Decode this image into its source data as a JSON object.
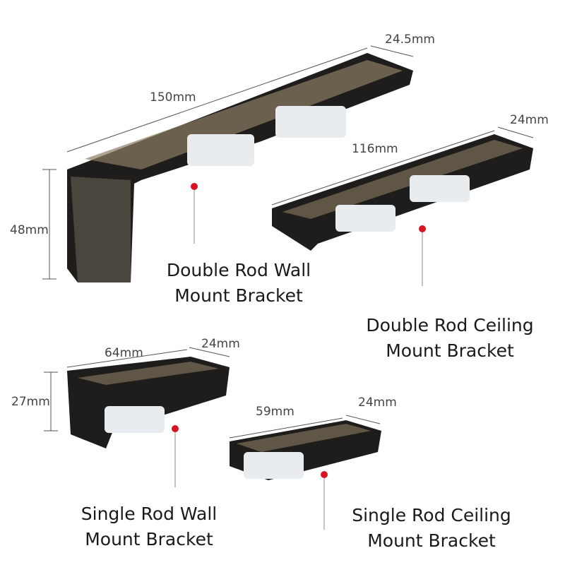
{
  "colors": {
    "bracket": "#1e1d1b",
    "bronze": "#8a7d62",
    "clip": "#e8ecef",
    "dot": "#d8121e",
    "leader": "#888888"
  },
  "products": [
    {
      "name_line1": "Double Rod Wall",
      "name_line2": "Mount Bracket",
      "dims": [
        "150mm",
        "24.5mm",
        "48mm"
      ]
    },
    {
      "name_line1": "Double Rod Ceiling",
      "name_line2": "Mount Bracket",
      "dims": [
        "116mm",
        "24mm"
      ]
    },
    {
      "name_line1": "Single Rod Wall",
      "name_line2": "Mount Bracket",
      "dims": [
        "64mm",
        "24mm",
        "27mm"
      ]
    },
    {
      "name_line1": "Single Rod Ceiling",
      "name_line2": "Mount Bracket",
      "dims": [
        "59mm",
        "24mm"
      ]
    }
  ]
}
